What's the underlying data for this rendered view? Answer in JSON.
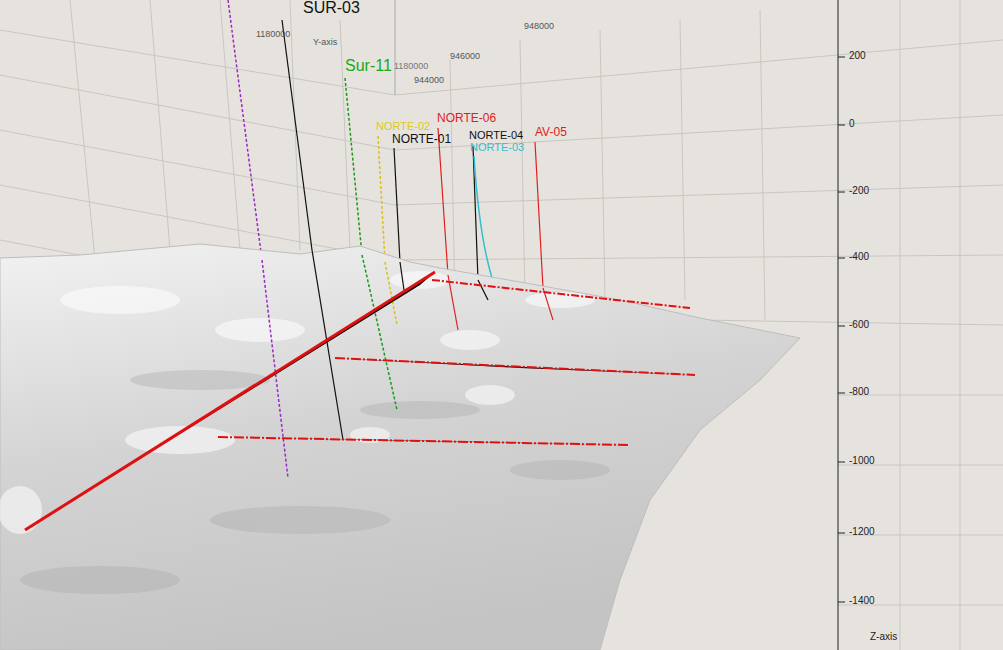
{
  "diagram": {
    "labels": [
      "SUR-03",
      "1180000",
      "Y-axis",
      "948000",
      "946000",
      "944000",
      "1180000",
      "Sur-11",
      "NORTE-02",
      "NORTE-06",
      "NORTE-01",
      "NORTE-04",
      "NORTE-03",
      "AV-05",
      "200",
      "0",
      "-200",
      "-400",
      "-600",
      "-800",
      "-1000",
      "-1200",
      "-1400",
      "Z-axis"
    ]
  }
}
